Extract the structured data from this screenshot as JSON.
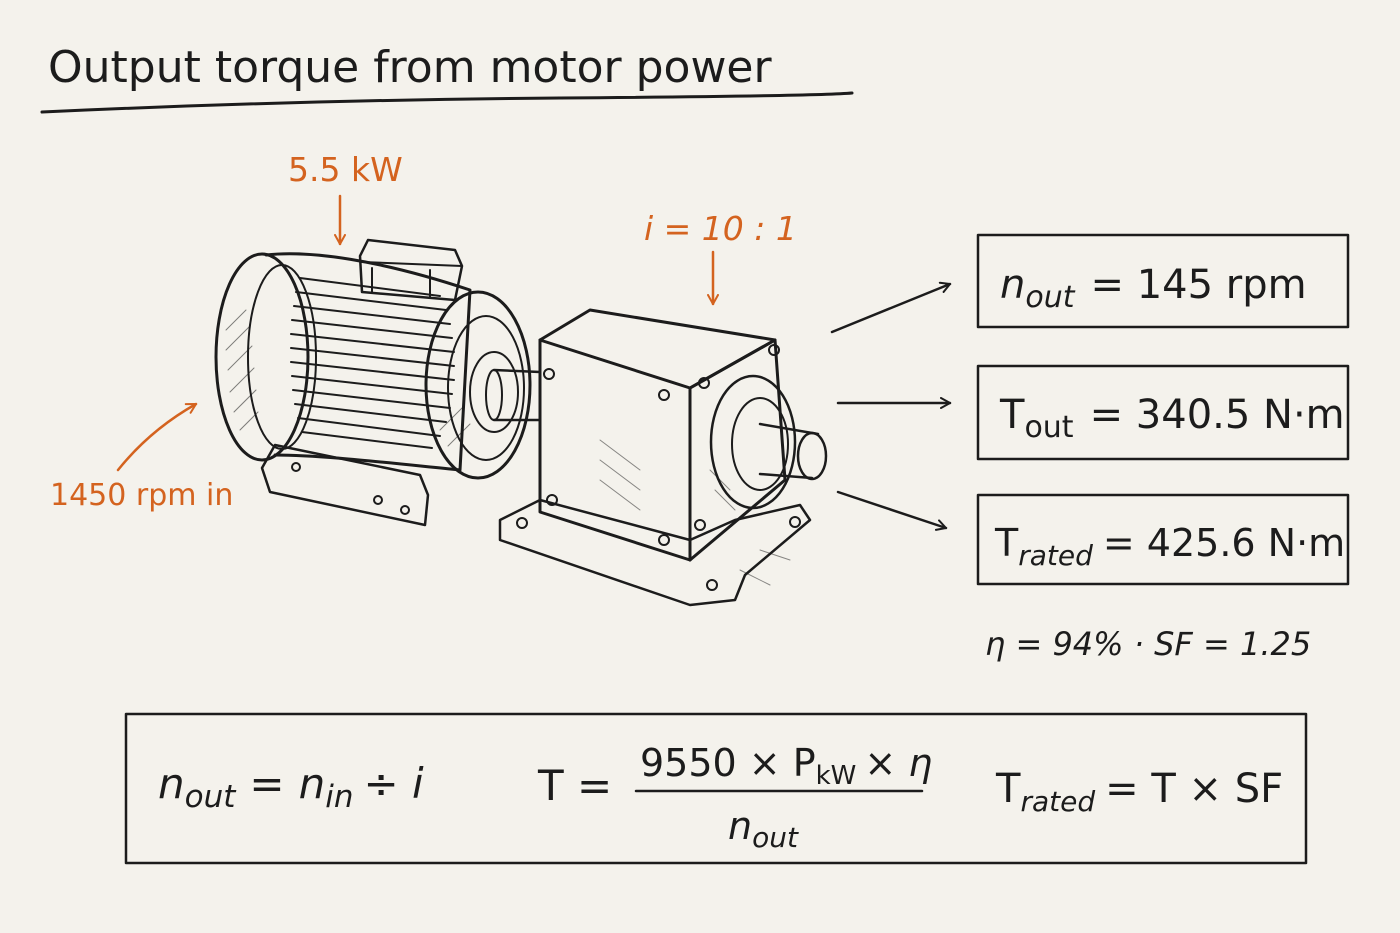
{
  "title": "Output torque from motor power",
  "annotations": {
    "power": "5.5 kW",
    "ratio": "i = 10 : 1",
    "input_speed": "1450 rpm in"
  },
  "results": [
    {
      "sym": "n",
      "sub": "out",
      "value": "= 145 rpm"
    },
    {
      "sym": "T",
      "sub": "out",
      "value": "= 340.5 N·m"
    },
    {
      "sym": "T",
      "sub": "rated",
      "value": "= 425.6 N·m"
    }
  ],
  "parameters": "η = 94% · SF = 1.25",
  "formulas": {
    "speed": {
      "lhs_sym": "n",
      "lhs_sub": "out",
      "eq": "=",
      "r1_sym": "n",
      "r1_sub": "in",
      "rest": "÷ i"
    },
    "torque": {
      "lhs": "T =",
      "num_a": "9550 × P",
      "num_sub": "kW",
      "num_b": "× η",
      "den_sym": "n",
      "den_sub": "out"
    },
    "rated": {
      "lhs_sym": "T",
      "lhs_sub": "rated",
      "rest": "= T × SF"
    }
  },
  "colors": {
    "ink": "#1c1c1c",
    "accent": "#d4631f",
    "paper": "#f4f2ec"
  }
}
